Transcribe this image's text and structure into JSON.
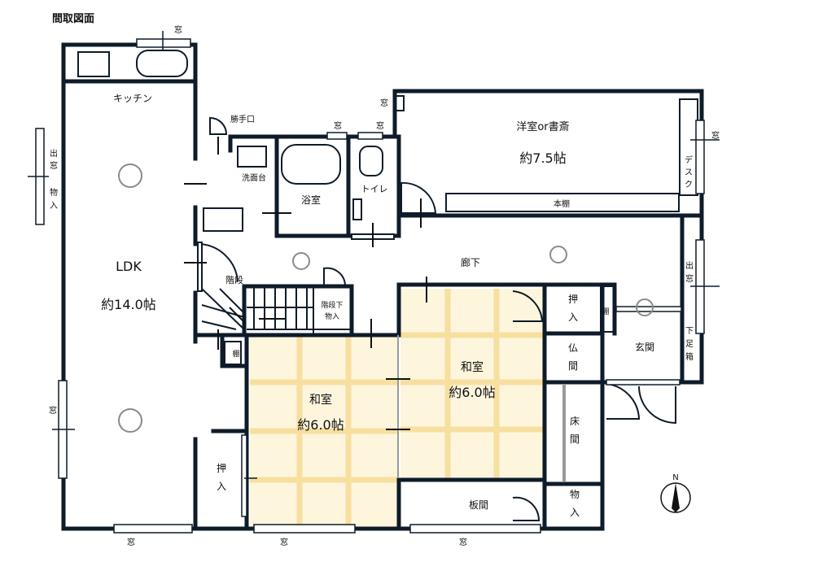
{
  "title": "間取図面",
  "rooms": {
    "ldk": {
      "name": "LDK",
      "size": "約14.0帖"
    },
    "kitchen": "キッチン",
    "yoshitsu": {
      "name": "洋室or書斎",
      "size": "約7.5帖"
    },
    "washitsu_left": {
      "name": "和室",
      "size": "約6.0帖"
    },
    "washitsu_right": {
      "name": "和室",
      "size": "約6.0帖"
    },
    "bath": "浴室",
    "toilet": "トイレ",
    "senmendai": "洗面台",
    "kaidan": "階段",
    "kaidan_shita": "階段下",
    "monoire": "物入",
    "rouka": "廊下",
    "genkan": "玄関",
    "itama": "板間",
    "hondana": "本棚",
    "katteguchi": "勝手口",
    "butsuma": [
      "仏",
      "間"
    ],
    "tokonoma": [
      "床",
      "間"
    ],
    "oshiire": [
      "押",
      "入"
    ],
    "tana": "棚",
    "desk": [
      "デ",
      "ス",
      "ク"
    ],
    "demado_monoire": [
      "出",
      "窓",
      "物",
      "入"
    ],
    "demado": [
      "出",
      "窓"
    ],
    "getabako": [
      "下",
      "足",
      "箱"
    ],
    "monoire_v": [
      "物",
      "入"
    ]
  },
  "window": "窓",
  "north": "N"
}
